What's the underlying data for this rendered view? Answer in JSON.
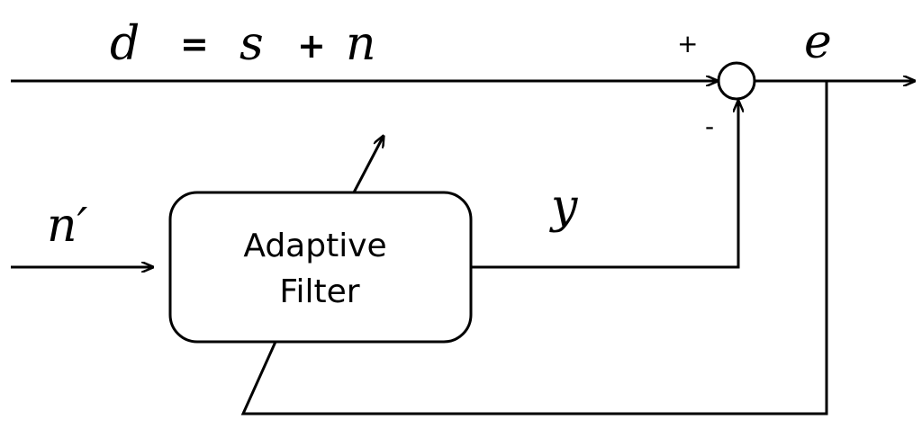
{
  "signals": {
    "d": "d",
    "eq": "=",
    "s": "s",
    "plus_op": "+",
    "n": "n",
    "e": "e",
    "n_ref": "n′",
    "y": "y"
  },
  "summing_junction": {
    "plus_sign": "+",
    "minus_sign": "-"
  },
  "block": {
    "label_line1": "Adaptive",
    "label_line2": "Filter"
  }
}
